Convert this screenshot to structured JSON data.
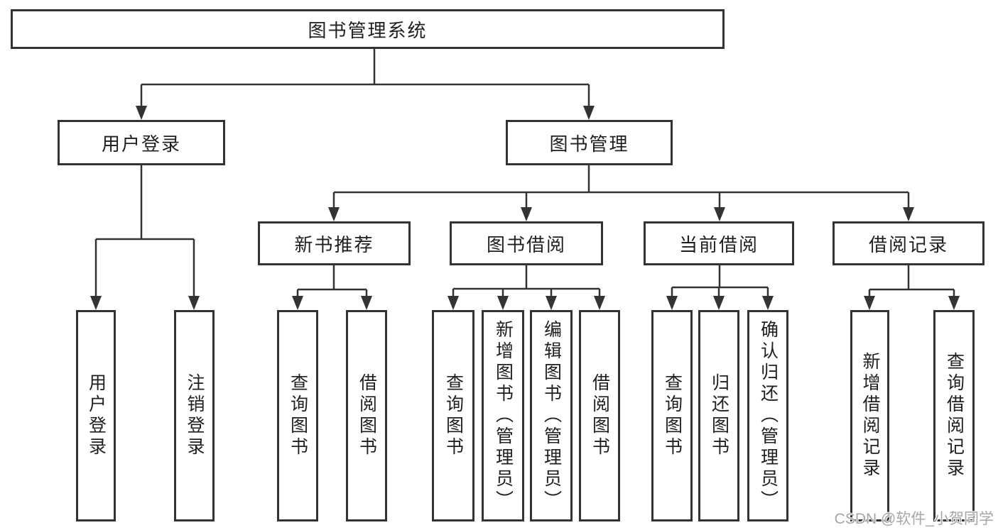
{
  "tree": {
    "root": {
      "label": "图书管理系统"
    },
    "branches": [
      {
        "label": "用户登录",
        "children": [
          {
            "label": "用户登录"
          },
          {
            "label": "注销登录"
          }
        ]
      },
      {
        "label": "图书管理",
        "children": [
          {
            "label": "新书推荐",
            "children": [
              {
                "label": "查询图书"
              },
              {
                "label": "借阅图书"
              }
            ]
          },
          {
            "label": "图书借阅",
            "children": [
              {
                "label": "查询图书"
              },
              {
                "label": "新增图书（管理员）"
              },
              {
                "label": "编辑图书（管理员）"
              },
              {
                "label": "借阅图书"
              }
            ]
          },
          {
            "label": "当前借阅",
            "children": [
              {
                "label": "查询图书"
              },
              {
                "label": "归还图书"
              },
              {
                "label": "确认归还（管理员）"
              }
            ]
          },
          {
            "label": "借阅记录",
            "children": [
              {
                "label": "新增借阅记录"
              },
              {
                "label": "查询借阅记录"
              }
            ]
          }
        ]
      }
    ]
  },
  "watermark": {
    "text": "CSDN @软件_小贺同学"
  },
  "colors": {
    "line": "#333333",
    "box_border": "#333333",
    "text": "#1f1f1f",
    "background": "#ffffff",
    "watermark": "#969696"
  }
}
